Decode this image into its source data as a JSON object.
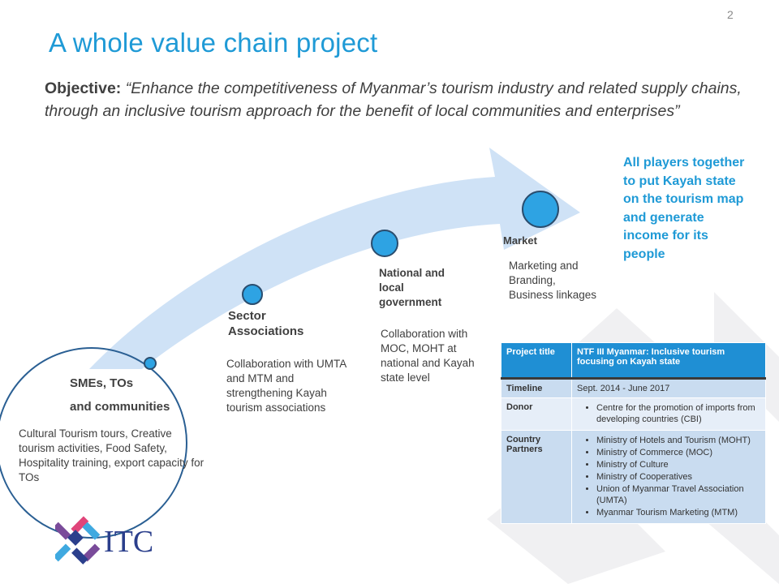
{
  "slide_number": "2",
  "title": "A whole value chain project",
  "objective": {
    "lead": "Objective:",
    "text": "“Enhance the competitiveness of Myanmar’s tourism industry and related supply chains, through an inclusive tourism approach for the benefit of local communities and enterprises”"
  },
  "callout": "All players together to put Kayah state on the tourism map and generate income for its people",
  "stages": [
    {
      "title_line1": "SMEs, TOs",
      "title_line2": "and communities",
      "description": "Cultural Tourism tours, Creative tourism activities, Food Safety, Hospitality training, export capacity for TOs"
    },
    {
      "title_line1": "Sector",
      "title_line2": "Associations",
      "description": "Collaboration with UMTA and MTM and strengthening Kayah tourism associations"
    },
    {
      "title_line1": "National and",
      "title_line2": "local",
      "title_line3": "government",
      "description": "Collaboration with MOC, MOHT at national and Kayah state level"
    },
    {
      "title_line1": "Market",
      "description": "Marketing and Branding, Business linkages"
    }
  ],
  "table": {
    "project_title_label": "Project title",
    "project_title_value": "NTF III Myanmar: Inclusive tourism focusing on Kayah state",
    "timeline_label": "Timeline",
    "timeline_value": "Sept. 2014 - June 2017",
    "donor_label": "Donor",
    "donor_items": [
      "Centre for the promotion of imports from developing countries (CBI)"
    ],
    "partners_label": "Country Partners",
    "partners_items": [
      "Ministry of Hotels and Tourism (MOHT)",
      "Ministry of Commerce (MOC)",
      "Ministry of Culture",
      "Ministry of Cooperatives",
      "Union of Myanmar Travel Association (UMTA)",
      "Myanmar Tourism Marketing (MTM)"
    ]
  },
  "logo_text": "ITC",
  "colors": {
    "accent": "#1f9ad6",
    "arrow": "#cfe2f6",
    "node": "#2ea3e3",
    "node_stroke": "#2a4d6e",
    "table_header": "#1f8fd4"
  }
}
